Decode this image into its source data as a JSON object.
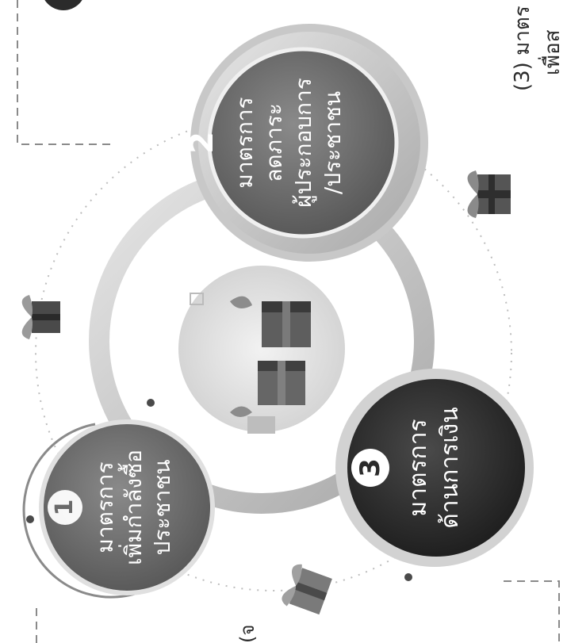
{
  "measures": [
    {
      "number": "1",
      "lines": [
        "มาตรการ",
        "เพิ่มกำลังซื้อ",
        "ประชาชน"
      ]
    },
    {
      "number": "2",
      "lines": [
        "มาตรการ",
        "ลดภาระ",
        "ผู้ประกอบการ",
        "/ประชาชน"
      ]
    },
    {
      "number": "3",
      "lines": [
        "มาตรการ",
        "ด้านการเงิน"
      ]
    }
  ],
  "side_text": {
    "top_right_line1": "(3) มาตร",
    "top_right_line2": "เพื่อส",
    "bottom_left": "(จ"
  },
  "colors": {
    "dark_circle": "#2b2b2b",
    "mid_circle": "#6a6a6a",
    "ring": "#9a9a9a",
    "white": "#ffffff"
  }
}
